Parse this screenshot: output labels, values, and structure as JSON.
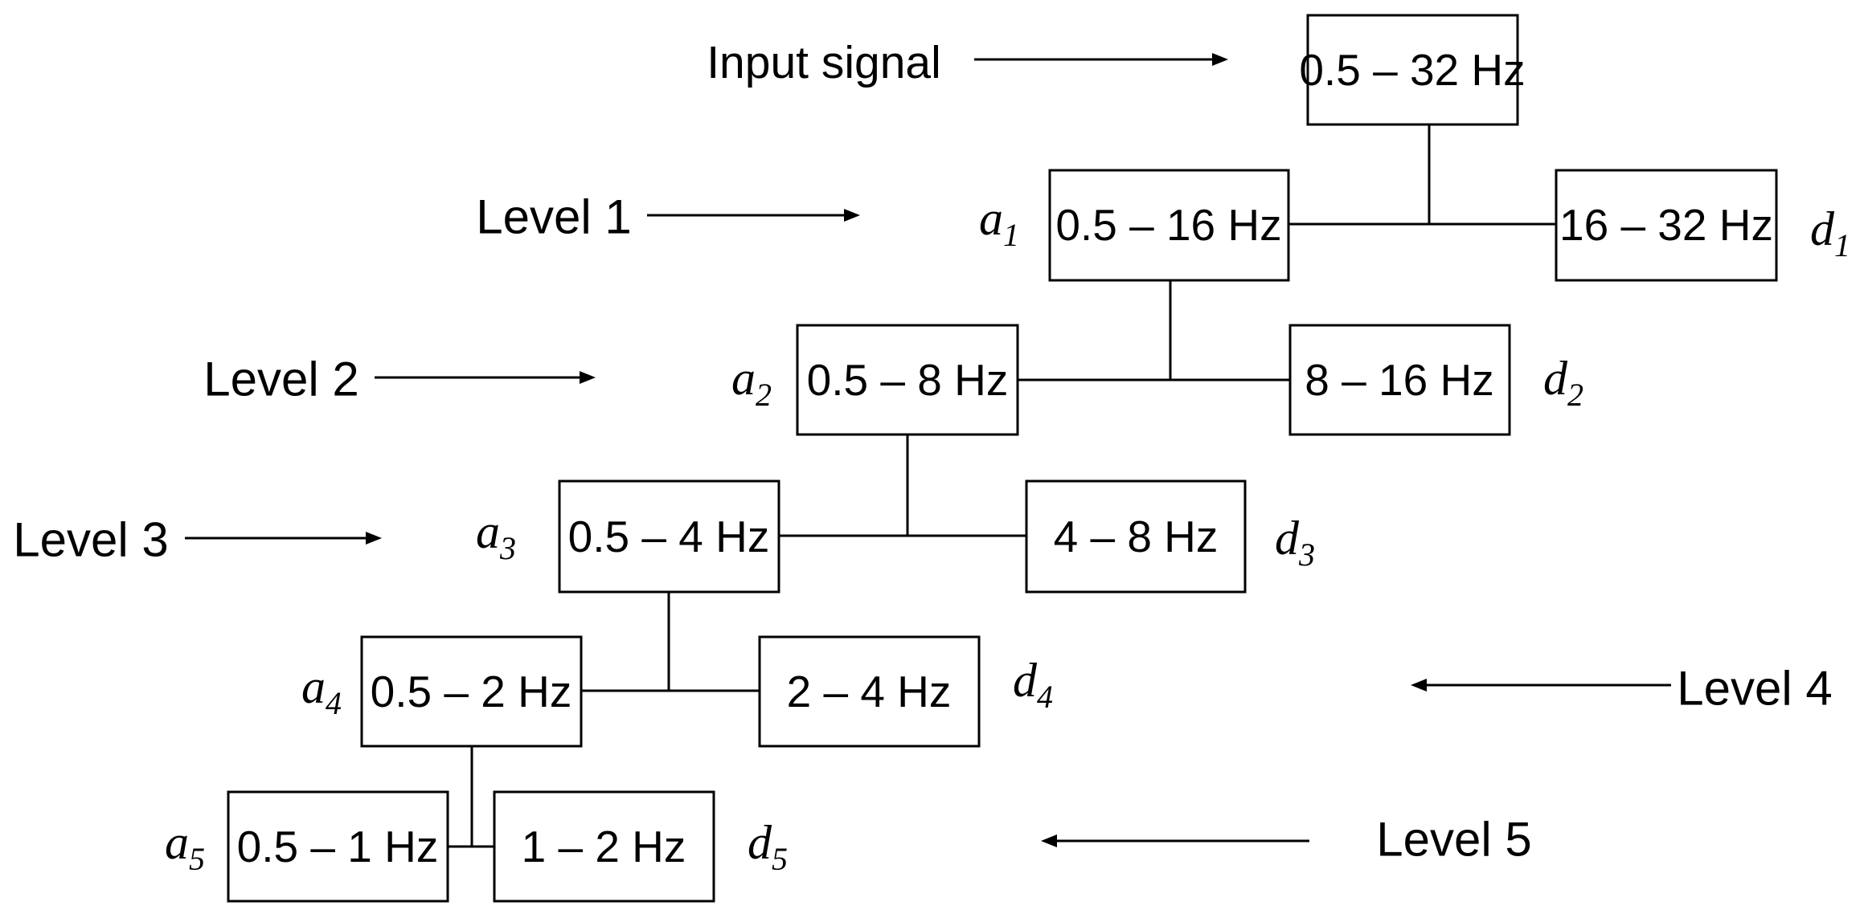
{
  "input_label": "Input signal",
  "boxes": {
    "input": "0.5 – 32 Hz",
    "a1": "0.5 – 16 Hz",
    "d1": "16 – 32 Hz",
    "a2": "0.5 – 8 Hz",
    "d2": "8 – 16 Hz",
    "a3": "0.5 – 4 Hz",
    "d3": "4 – 8 Hz",
    "a4": "0.5 – 2 Hz",
    "d4": "2 – 4 Hz",
    "a5": "0.5 – 1 Hz",
    "d5": "1 – 2 Hz"
  },
  "levels": {
    "l1": "Level 1",
    "l2": "Level 2",
    "l3": "Level 3",
    "l4": "Level 4",
    "l5": "Level 5"
  },
  "coefficients": {
    "a1": {
      "base": "a",
      "sub": "1"
    },
    "d1": {
      "base": "d",
      "sub": "1"
    },
    "a2": {
      "base": "a",
      "sub": "2"
    },
    "d2": {
      "base": "d",
      "sub": "2"
    },
    "a3": {
      "base": "a",
      "sub": "3"
    },
    "d3": {
      "base": "d",
      "sub": "3"
    },
    "a4": {
      "base": "a",
      "sub": "4"
    },
    "d4": {
      "base": "d",
      "sub": "4"
    },
    "a5": {
      "base": "a",
      "sub": "5"
    },
    "d5": {
      "base": "d",
      "sub": "5"
    }
  }
}
